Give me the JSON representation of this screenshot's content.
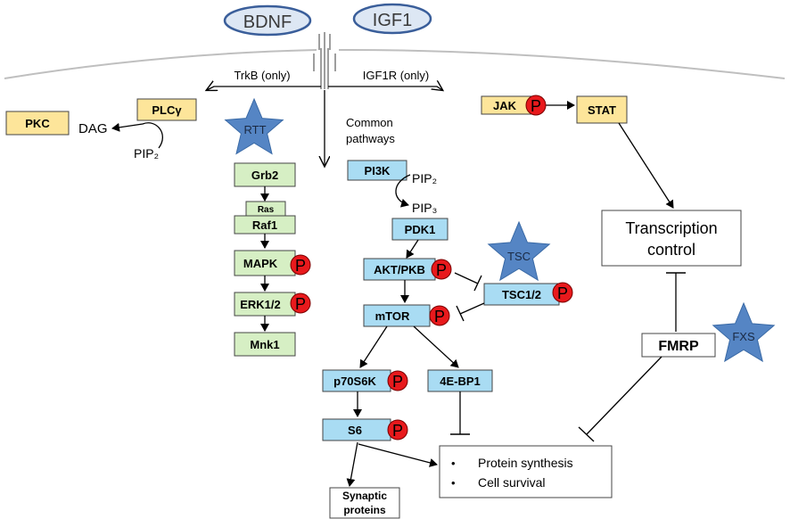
{
  "ligands": {
    "bdnf": "BDNF",
    "igf1": "IGF1"
  },
  "receptors": {
    "trkb": "TrkB (only)",
    "igf1r": "IGF1R (only)",
    "common": [
      "Common",
      "pathways"
    ]
  },
  "plc_branch": {
    "pkc": "PKC",
    "dag": "DAG",
    "plcg": "PLCγ",
    "pip2": "PIP₂"
  },
  "stars": {
    "rtt": "RTT",
    "tsc": "TSC",
    "fxs": "FXS"
  },
  "mapk_branch": {
    "grb2": "Grb2",
    "ras": "Ras",
    "raf1": "Raf1",
    "mapk": "MAPK",
    "erk": "ERK1/2",
    "mnk1": "Mnk1"
  },
  "pi3k_branch": {
    "pi3k": "PI3K",
    "pip2": "PIP₂",
    "pip3": "PIP₃",
    "pdk1": "PDK1",
    "akt": "AKT/PKB",
    "tsc12": "TSC1/2",
    "mtor": "mTOR",
    "p70s6k": "p70S6K",
    "ebp1": "4E-BP1",
    "s6": "S6"
  },
  "jak_branch": {
    "jak": "JAK",
    "stat": "STAT",
    "transcription": [
      "Transcription",
      "control"
    ],
    "fmrp": "FMRP"
  },
  "outputs": {
    "bullet": "•",
    "items": [
      "Protein synthesis",
      "Cell survival"
    ],
    "synaptic": [
      "Synaptic",
      "proteins"
    ]
  },
  "phospho_label": "P",
  "colors": {
    "yellow": "#fde59a",
    "green": "#d6efc4",
    "blue": "#a9dcf3",
    "phospho": "#e8191c",
    "star": "#5585c4",
    "ellipse": "#dde7f4",
    "ellipse_stroke": "#3a5e9a",
    "membrane": "#bfbfbf"
  }
}
